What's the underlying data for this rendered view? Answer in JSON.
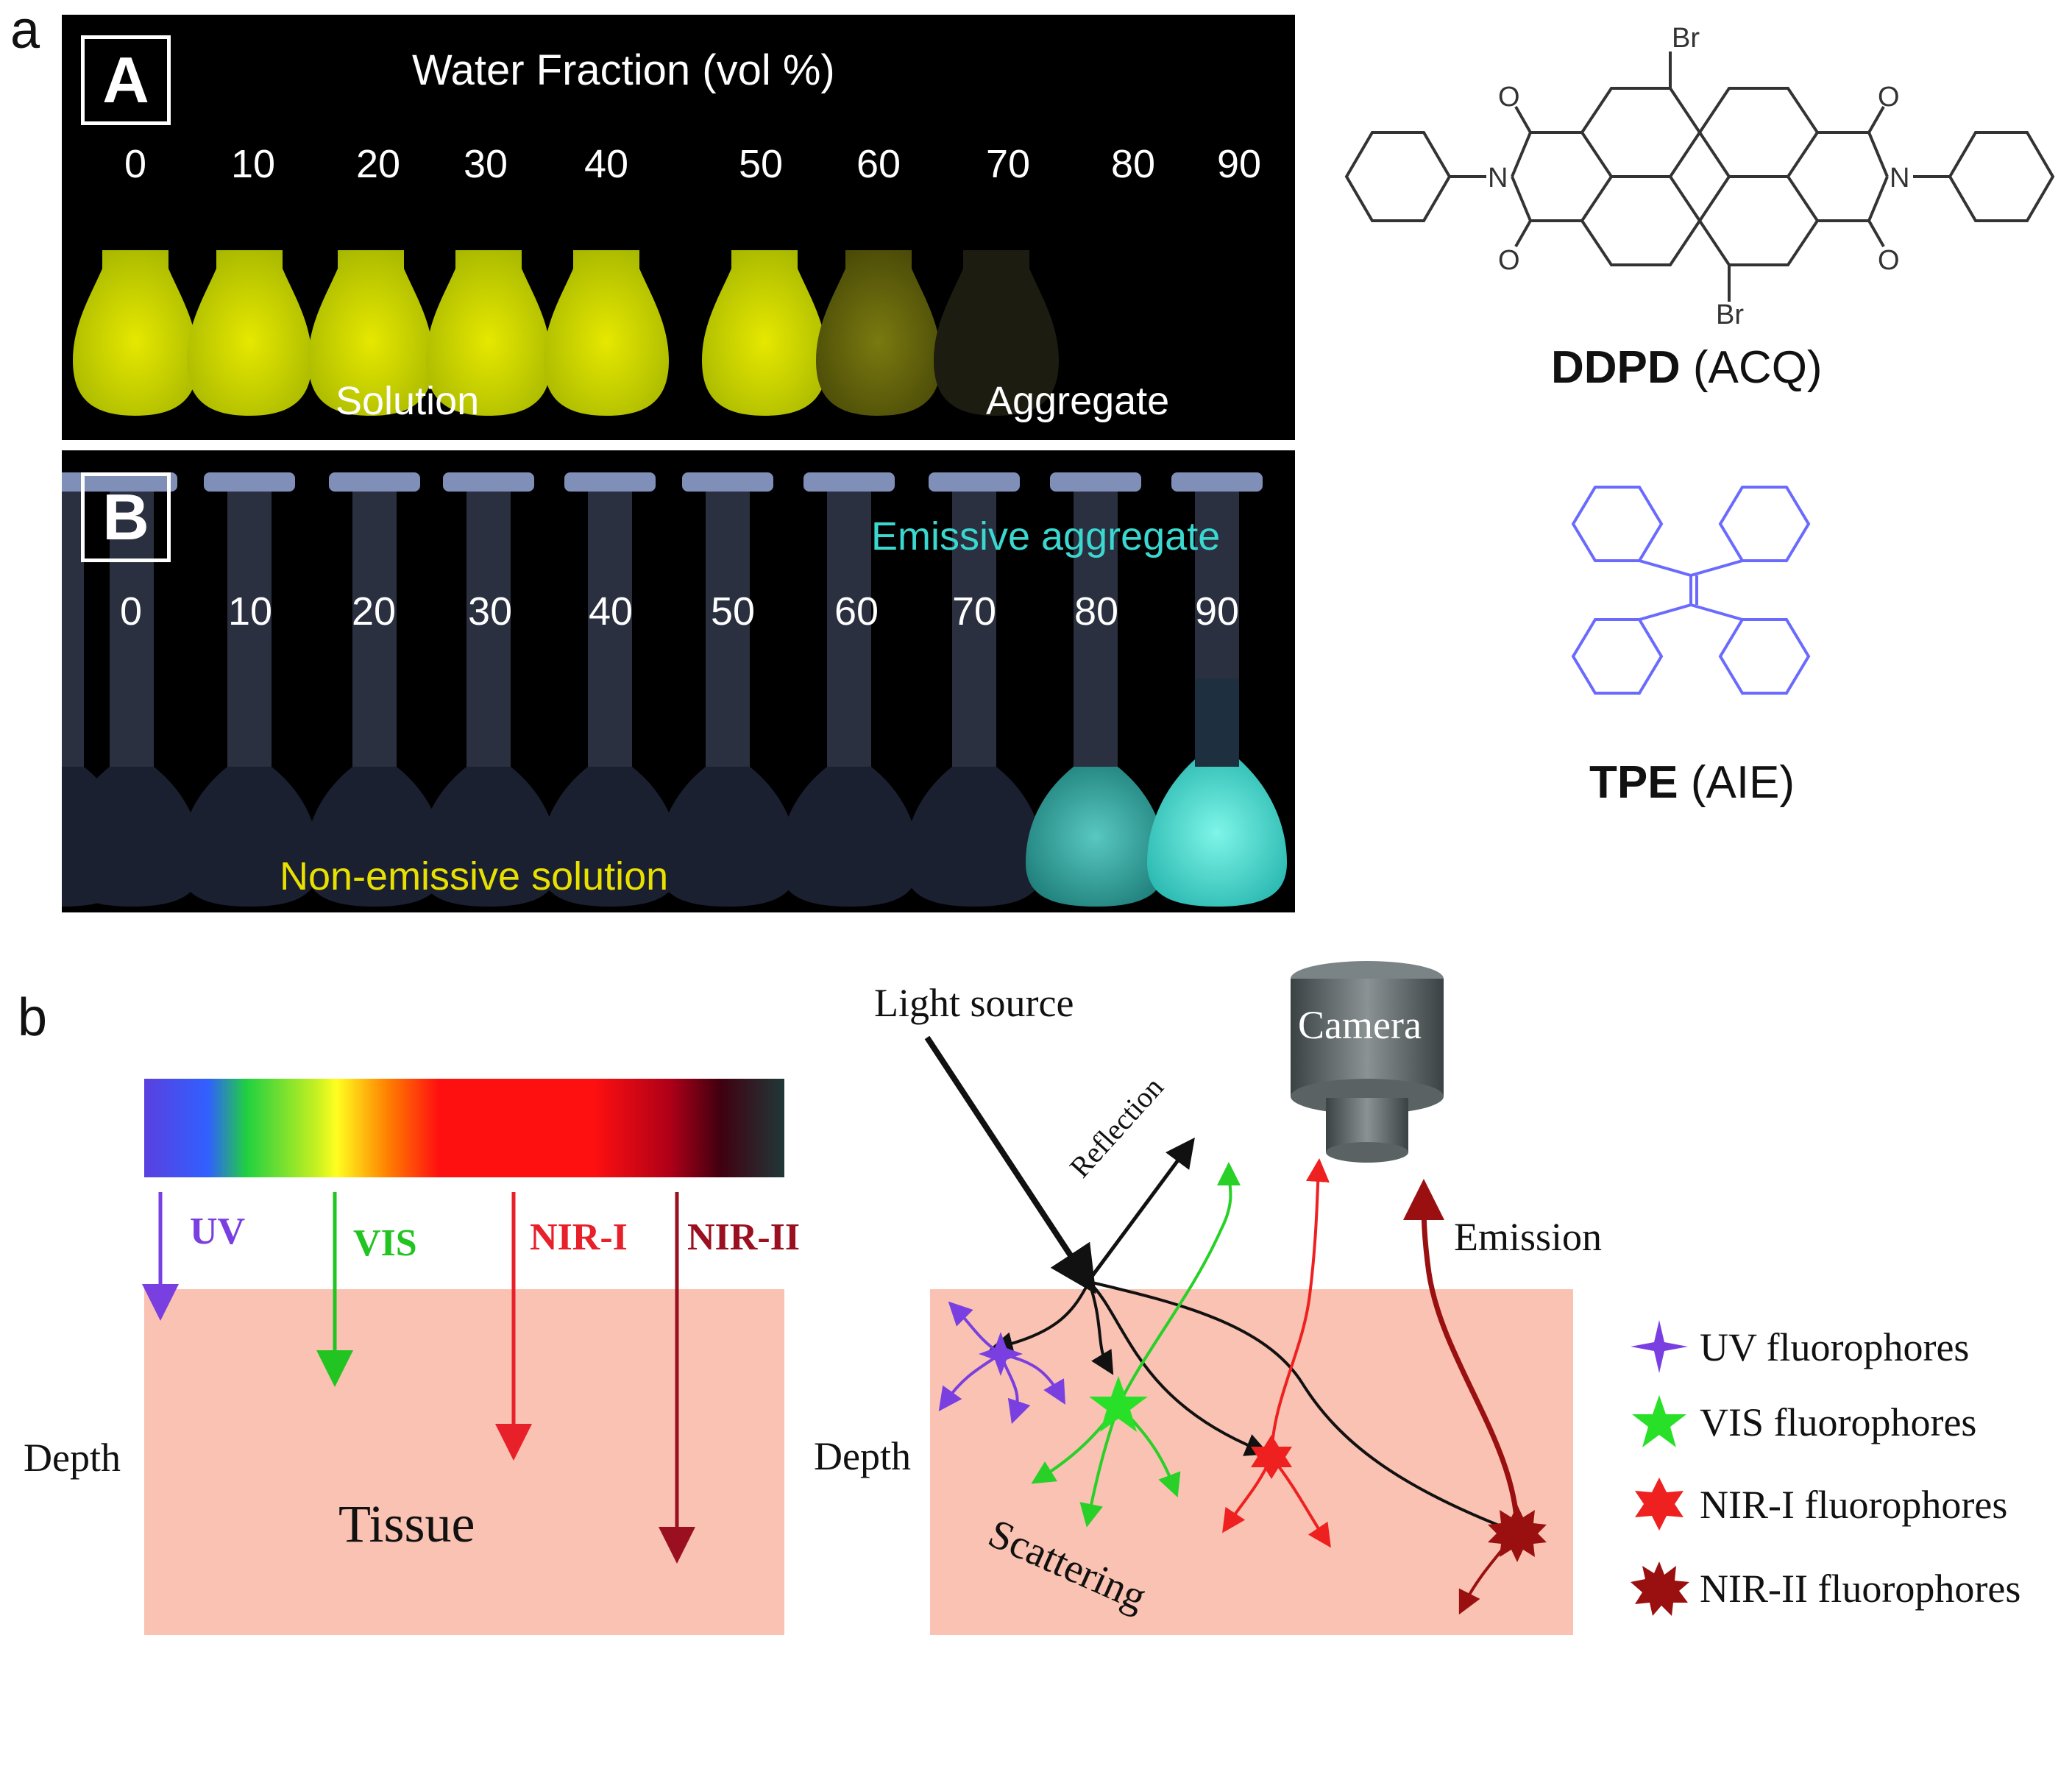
{
  "panel_a": {
    "letter": "a",
    "photo_a": {
      "label": "A",
      "title": "Water Fraction (vol %)",
      "fractions": [
        "0",
        "10",
        "20",
        "30",
        "40",
        "50",
        "60",
        "70",
        "80",
        "90"
      ],
      "solution_label": "Solution",
      "aggregate_label": "Aggregate"
    },
    "photo_b": {
      "label": "B",
      "fractions": [
        "0",
        "10",
        "20",
        "30",
        "40",
        "50",
        "60",
        "70",
        "80",
        "90"
      ],
      "emissive_label": "Emissive aggregate",
      "non_emissive_label": "Non-emissive solution"
    },
    "ddpd": {
      "br_top": "Br",
      "br_bottom": "Br",
      "o": "O",
      "n": "N",
      "name_bold": "DDPD",
      "name_rest": " (ACQ)"
    },
    "tpe": {
      "name_bold": "TPE",
      "name_rest": " (AIE)",
      "color": "#6a6aff"
    }
  },
  "panel_b": {
    "letter": "b",
    "spectrum_labels": [
      {
        "text": "UV",
        "color": "#7a3fe0"
      },
      {
        "text": "VIS",
        "color": "#22c422"
      },
      {
        "text": "NIR-I",
        "color": "#e8202a"
      },
      {
        "text": "NIR-II",
        "color": "#9a1020"
      }
    ],
    "depth_left": "Depth",
    "tissue": "Tissue",
    "light_source": "Light source",
    "reflection": "Reflection",
    "camera": "Camera",
    "emission": "Emission",
    "depth_right": "Depth",
    "scattering": "Scattering",
    "legend": [
      {
        "text": "UV fluorophores",
        "color": "#7a3fe0",
        "icon": "four-point-star-icon"
      },
      {
        "text": "VIS fluorophores",
        "color": "#28e028",
        "icon": "five-point-star-icon"
      },
      {
        "text": "NIR-I fluorophores",
        "color": "#ee2020",
        "icon": "six-point-star-icon"
      },
      {
        "text": "NIR-II fluorophores",
        "color": "#9a1010",
        "icon": "burst-star-icon"
      }
    ],
    "tissue_color": "#f9c2b2"
  }
}
